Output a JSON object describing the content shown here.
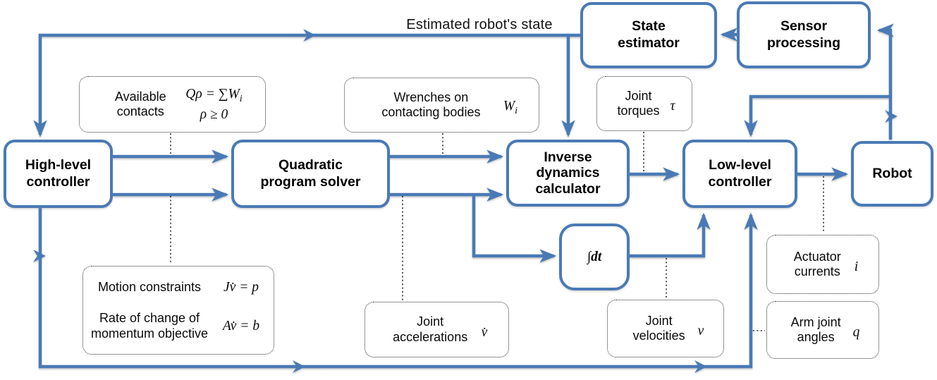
{
  "diagram": {
    "top_label": "Estimated robot's state",
    "nodes": {
      "high_level_controller": {
        "lines": [
          "High-level",
          "controller"
        ]
      },
      "quadratic_program_solver": {
        "lines": [
          "Quadratic",
          "program solver"
        ]
      },
      "inverse_dynamics_calculator": {
        "lines": [
          "Inverse",
          "dynamics",
          "calculator"
        ]
      },
      "low_level_controller": {
        "lines": [
          "Low-level",
          "controller"
        ]
      },
      "robot": {
        "label": "Robot"
      },
      "state_estimator": {
        "lines": [
          "State",
          "estimator"
        ]
      },
      "sensor_processing": {
        "lines": [
          "Sensor",
          "processing"
        ]
      },
      "integrator": {
        "math": "∫dt"
      }
    },
    "annotations": {
      "available_contacts": {
        "label": "Available contacts",
        "eq1": "Qρ = ∑W",
        "eq1_sub": "i",
        "eq2": "ρ ≥ 0"
      },
      "wrenches": {
        "label": "Wrenches on contacting bodies",
        "sym": "W",
        "sym_sub": "i"
      },
      "joint_torques": {
        "label": "Joint torques",
        "sym": "τ"
      },
      "motion_constraints": {
        "label": "Motion constraints",
        "eq": "Jv̇ = p"
      },
      "momentum_objective": {
        "label": "Rate of change of momentum objective",
        "eq": "Av̇ = b"
      },
      "joint_accelerations": {
        "label": "Joint accelerations",
        "sym": "v̇"
      },
      "joint_velocities": {
        "label": "Joint velocities",
        "sym": "v"
      },
      "actuator_currents": {
        "label": "Actuator currents",
        "sym": "i"
      },
      "arm_joint_angles": {
        "label": "Arm joint angles",
        "sym": "q"
      }
    },
    "colors": {
      "line_blue": "#4a7ab5",
      "annotation_border": "#2b2b2b",
      "text": "#000000",
      "background": "#ffffff"
    }
  }
}
